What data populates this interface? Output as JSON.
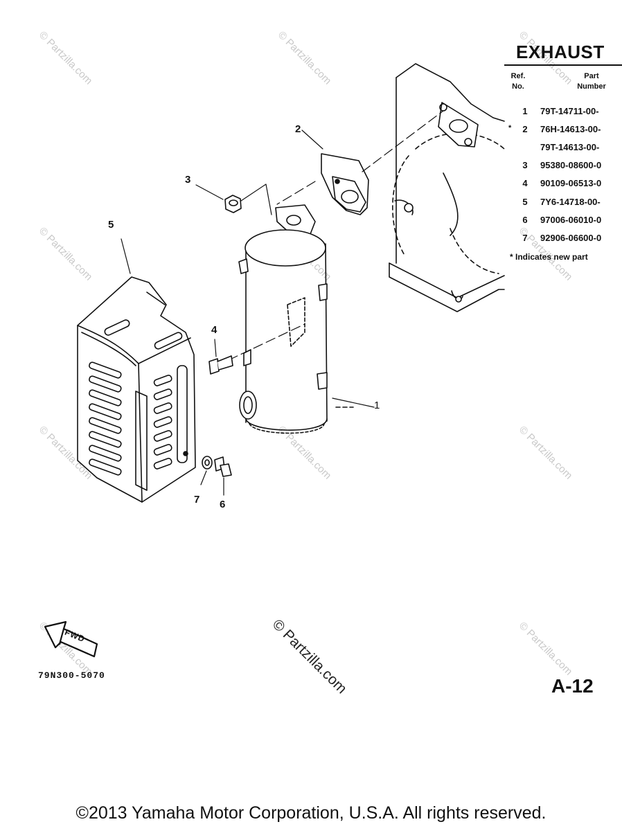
{
  "diagram": {
    "section_title": "EXHAUST",
    "table_headers": {
      "ref": "Ref.\nNo.",
      "part": "Part\nNumber"
    },
    "parts": [
      {
        "marker": "",
        "ref": "1",
        "part_number": "79T-14711-00-"
      },
      {
        "marker": "*",
        "ref": "2",
        "part_number": "76H-14613-00-"
      },
      {
        "marker": "",
        "ref": "",
        "part_number": "79T-14613-00-"
      },
      {
        "marker": "",
        "ref": "3",
        "part_number": "95380-08600-0"
      },
      {
        "marker": "",
        "ref": "4",
        "part_number": "90109-06513-0"
      },
      {
        "marker": "",
        "ref": "5",
        "part_number": "7Y6-14718-00-"
      },
      {
        "marker": "",
        "ref": "6",
        "part_number": "97006-06010-0"
      },
      {
        "marker": "",
        "ref": "7",
        "part_number": "92906-06600-0"
      }
    ],
    "footnote": "* Indicates new part",
    "callouts": [
      "1",
      "2",
      "3",
      "4",
      "5",
      "6",
      "7"
    ],
    "fwd_label": "FWD",
    "diagram_code": "79N300-5070",
    "page_id": "A-12"
  },
  "watermark": {
    "text": "© Partzilla.com",
    "center_text": "© Partzilla.com"
  },
  "copyright": "©2013 Yamaha Motor Corporation, U.S.A. All rights reserved."
}
